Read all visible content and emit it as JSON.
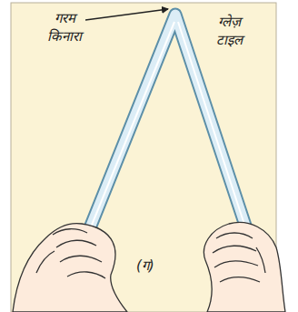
{
  "diagram": {
    "labels": [
      "गरम किनारा",
      "ग्लेज़ टाइल",
      "(ग)"
    ]
  }
}
